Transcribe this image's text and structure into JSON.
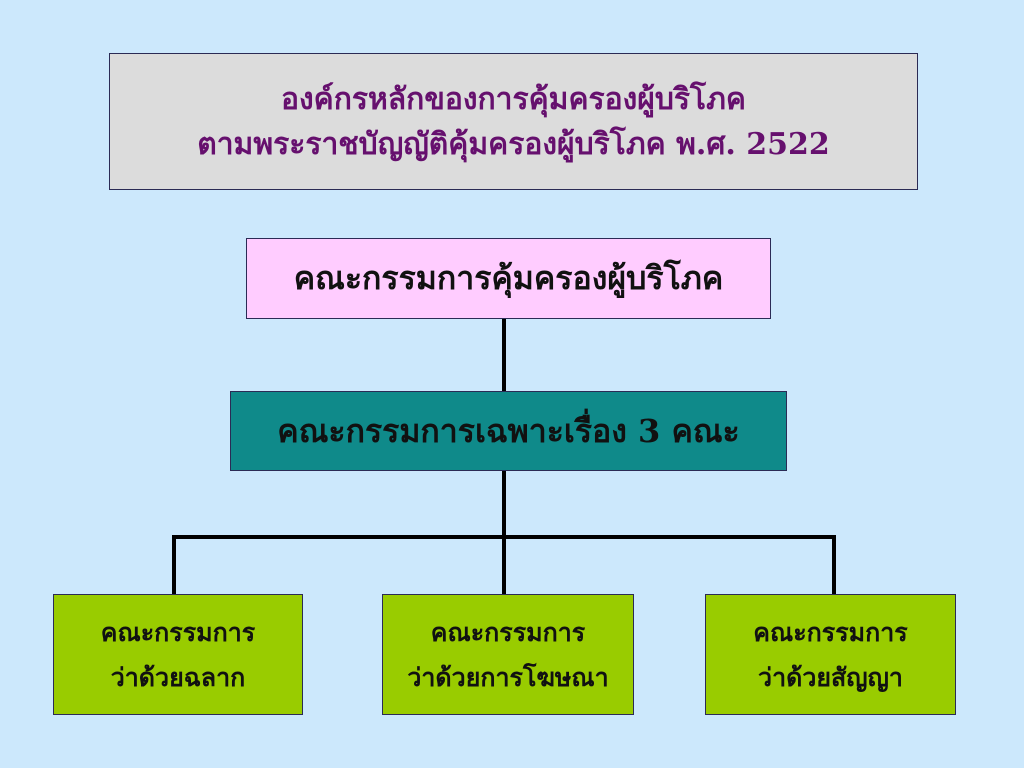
{
  "title": {
    "line1": "องค์กรหลักของการคุ้มครองผู้บริโภค",
    "line2": "ตามพระราชบัญญัติคุ้มครองผู้บริโภค พ.ศ. 2522"
  },
  "top_node": {
    "label": "คณะกรรมการคุ้มครองผู้บริโภค"
  },
  "middle_node": {
    "label": "คณะกรรมการเฉพาะเรื่อง 3 คณะ"
  },
  "leaf_nodes": [
    {
      "line1": "คณะกรรมการ",
      "line2": "ว่าด้วยฉลาก"
    },
    {
      "line1": "คณะกรรมการ",
      "line2": "ว่าด้วยการโฆษณา"
    },
    {
      "line1": "คณะกรรมการ",
      "line2": "ว่าด้วยสัญญา"
    }
  ],
  "colors": {
    "background": "#cce8fc",
    "title_box": "#dcdcdc",
    "title_text": "#66106e",
    "top_node": "#ffccff",
    "middle_node": "#0f8a8a",
    "leaf_node": "#99cc00",
    "connector": "#000000"
  }
}
